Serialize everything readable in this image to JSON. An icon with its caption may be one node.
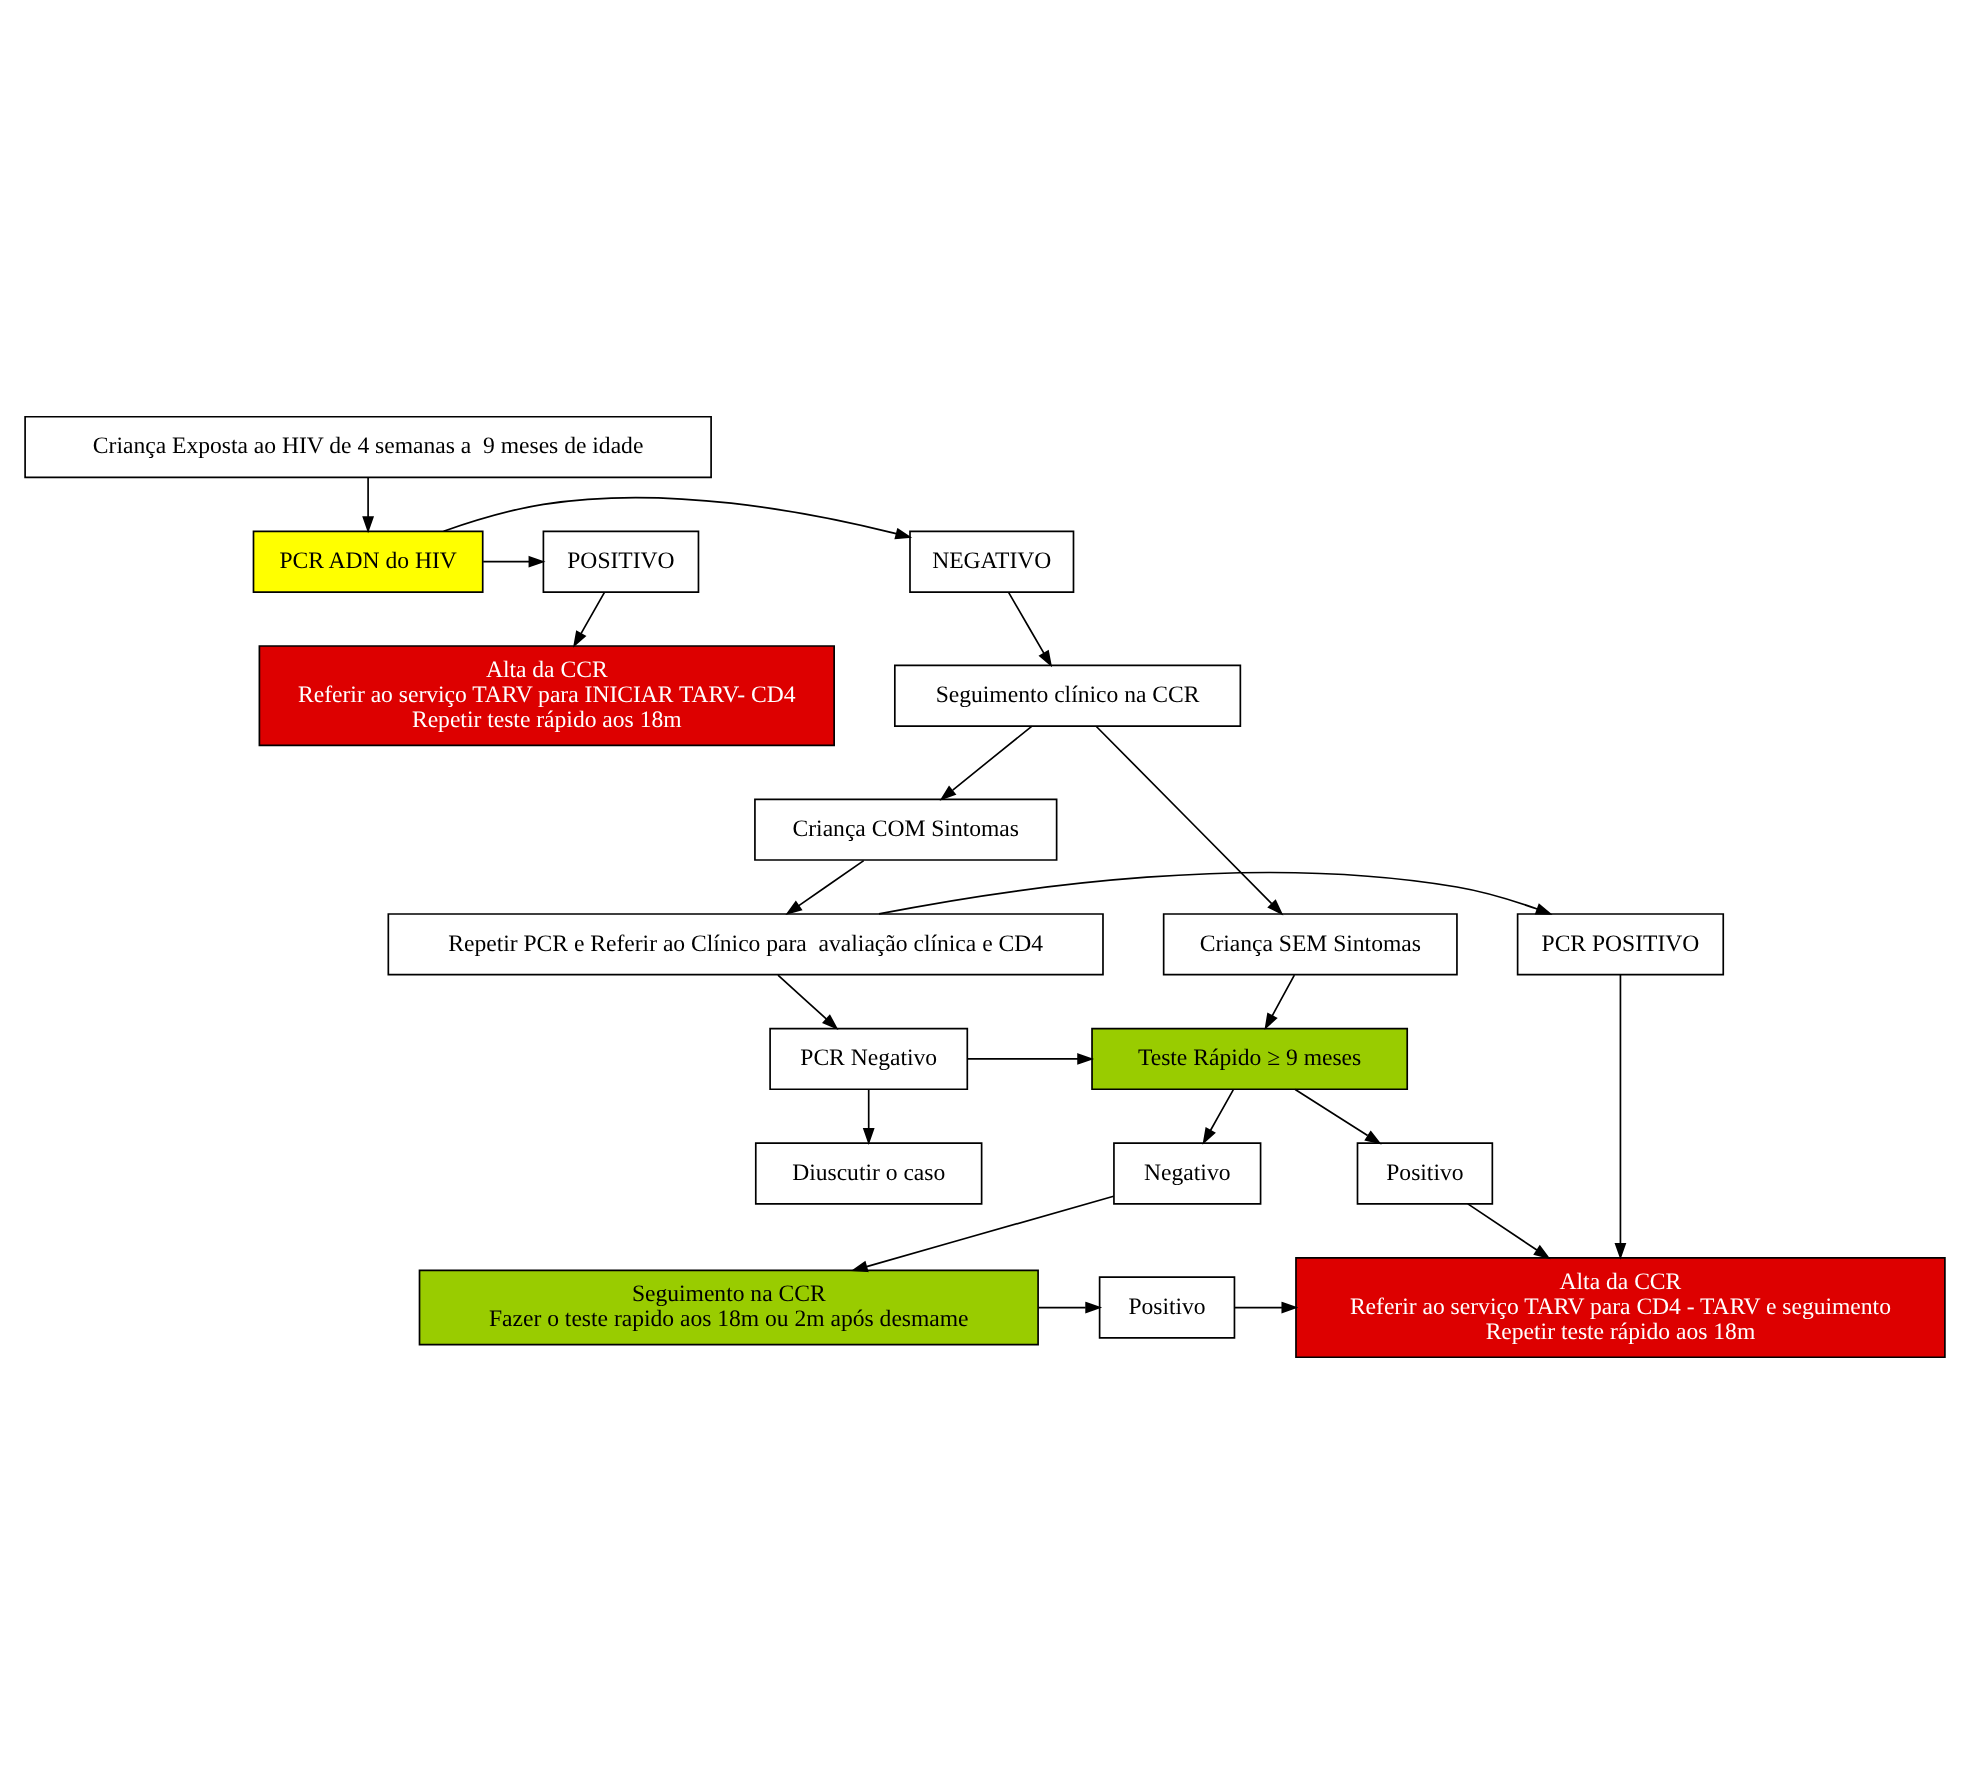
{
  "diagram": {
    "nodes": [
      {
        "text": [
          "Criança Exposta ao HIV de 4 semanas a  9 meses de idade"
        ]
      },
      {
        "text": [
          "PCR ADN do HIV"
        ]
      },
      {
        "text": [
          "NEGATIVO"
        ]
      },
      {
        "text": [
          "POSITIVO"
        ]
      },
      {
        "text": [
          "Seguimento clínico na CCR"
        ]
      },
      {
        "text": [
          "Alta da CCR",
          "Referir ao serviço TARV para INICIAR TARV- CD4",
          "Repetir teste rápido aos 18m"
        ]
      },
      {
        "text": [
          "Criança COM Sintomas"
        ]
      },
      {
        "text": [
          "Criança SEM Sintomas"
        ]
      },
      {
        "text": [
          "Repetir PCR e Referir ao Clínico para  avaliação clínica e CD4"
        ]
      },
      {
        "text": [
          "PCR POSITIVO"
        ]
      },
      {
        "text": [
          "Teste Rápido ≥ 9 meses"
        ]
      },
      {
        "text": [
          "PCR Negativo"
        ]
      },
      {
        "text": [
          "Diuscutir o caso"
        ]
      },
      {
        "text": [
          "Negativo"
        ]
      },
      {
        "text": [
          "Positivo"
        ]
      },
      {
        "text": [
          "Alta da CCR",
          "Referir ao serviço TARV para CD4 - TARV e seguimento",
          "Repetir teste rápido aos 18m"
        ]
      },
      {
        "text": [
          "Seguimento na CCR",
          "Fazer o teste rapido aos 18m ou 2m após desmame"
        ]
      },
      {
        "text": [
          "Positivo"
        ]
      }
    ],
    "edges": [
      {
        "from": 0,
        "to": 1,
        "arrow": "to"
      },
      {
        "from": 1,
        "to": 2,
        "arrow": "to"
      },
      {
        "from": 1,
        "to": 3,
        "arrow": "to"
      },
      {
        "from": 3,
        "to": 5,
        "arrow": "to"
      },
      {
        "from": 2,
        "to": 4,
        "arrow": "to"
      },
      {
        "from": 4,
        "to": 6,
        "arrow": "to"
      },
      {
        "from": 4,
        "to": 7,
        "arrow": "to"
      },
      {
        "from": 6,
        "to": 8,
        "arrow": "to"
      },
      {
        "from": 8,
        "to": 9,
        "arrow": "to"
      },
      {
        "from": 8,
        "to": 11,
        "arrow": "to"
      },
      {
        "from": 7,
        "to": 10,
        "arrow": "to"
      },
      {
        "from": 11,
        "to": 10,
        "arrow": "to"
      },
      {
        "from": 11,
        "to": 12,
        "arrow": "to"
      },
      {
        "from": 10,
        "to": 13,
        "arrow": "to"
      },
      {
        "from": 10,
        "to": 14,
        "arrow": "to"
      },
      {
        "from": 9,
        "to": 15,
        "arrow": "to"
      },
      {
        "from": 14,
        "to": 15,
        "arrow": "to"
      },
      {
        "from": 13,
        "to": 16,
        "arrow": "to"
      },
      {
        "from": 16,
        "to": 17,
        "arrow": "to"
      },
      {
        "from": 17,
        "to": 15,
        "arrow": "to"
      }
    ]
  }
}
